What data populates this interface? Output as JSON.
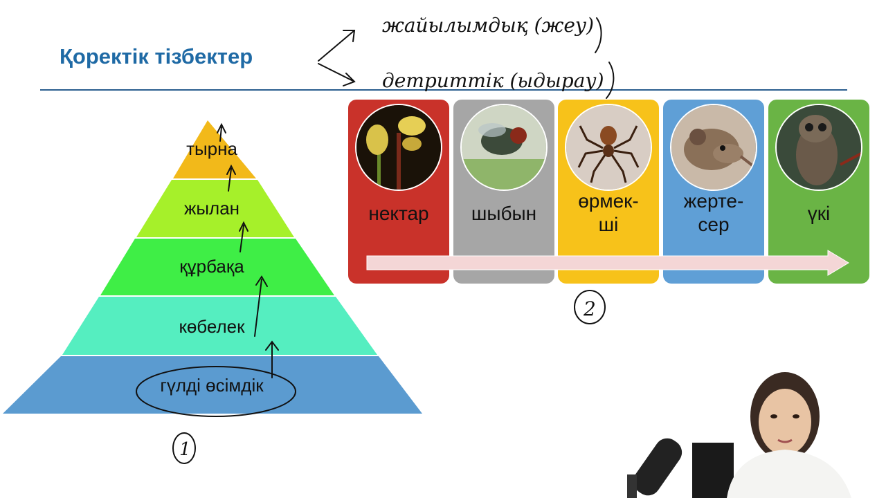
{
  "header": {
    "title": "Қоректік тізбектер"
  },
  "handwriting": {
    "line1": "жайылымдық (жеу)",
    "line2": "детриттік (ыдырау)",
    "mark1": "1",
    "mark2": "2"
  },
  "pyramid": {
    "levels": [
      {
        "label": "тырна",
        "color": "#f2b91a"
      },
      {
        "label": "жылан",
        "color": "#a6f02a"
      },
      {
        "label": "құрбақа",
        "color": "#3fee46"
      },
      {
        "label": "көбелек",
        "color": "#55eec0"
      },
      {
        "label": "гүлді өсімдік",
        "color": "#5b9bd0"
      }
    ]
  },
  "chain": {
    "cards": [
      {
        "label": "нектар",
        "color": "#c9322a",
        "icon": "flower-photo"
      },
      {
        "label": "шыбын",
        "color": "#a6a6a6",
        "icon": "fly-photo"
      },
      {
        "label": "өрмек-\nші",
        "color": "#f7c21a",
        "icon": "spider-photo"
      },
      {
        "label": "жерте-\nсер",
        "color": "#5f9fd6",
        "icon": "shrew-photo"
      },
      {
        "label": "үкі",
        "color": "#6ab445",
        "icon": "owl-photo"
      }
    ],
    "arrow_color": "#f4d6d6"
  }
}
